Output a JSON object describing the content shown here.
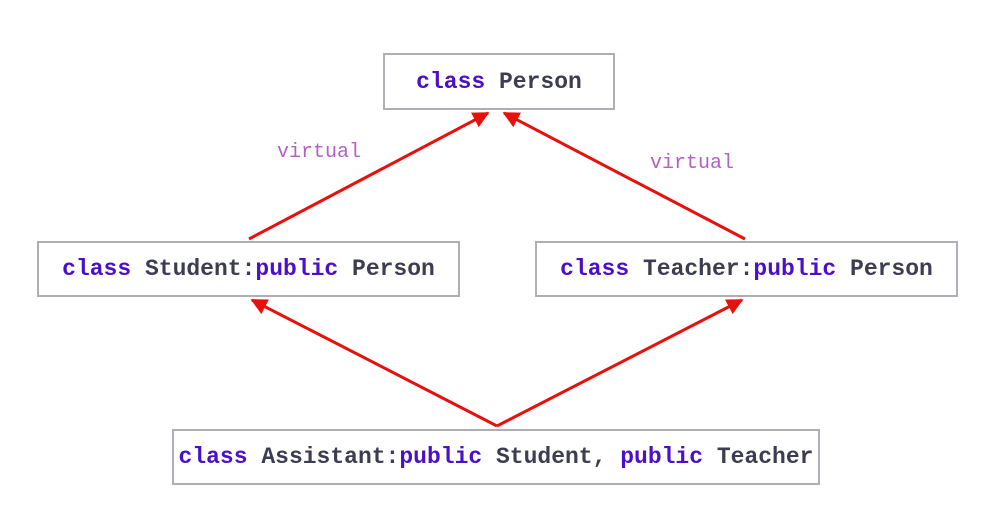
{
  "colors": {
    "background": "#ffffff",
    "box_bg": "#ffffff",
    "box_border": "#aeaeb6",
    "text": "#3d3d52",
    "keyword": "#4a0fc8",
    "virtual_label": "#b45fc8",
    "arrow": "#e8100c"
  },
  "nodes": {
    "person": {
      "segments": [
        {
          "text": "class",
          "keyword": true
        },
        {
          "text": " Person",
          "keyword": false
        }
      ]
    },
    "student": {
      "segments": [
        {
          "text": "class",
          "keyword": true
        },
        {
          "text": " Student:",
          "keyword": false
        },
        {
          "text": "public",
          "keyword": true
        },
        {
          "text": " Person",
          "keyword": false
        }
      ]
    },
    "teacher": {
      "segments": [
        {
          "text": "class",
          "keyword": true
        },
        {
          "text": " Teacher:",
          "keyword": false
        },
        {
          "text": "public",
          "keyword": true
        },
        {
          "text": " Person",
          "keyword": false
        }
      ]
    },
    "assistant": {
      "segments": [
        {
          "text": "class",
          "keyword": true
        },
        {
          "text": " Assistant:",
          "keyword": false
        },
        {
          "text": "public",
          "keyword": true
        },
        {
          "text": " Student, ",
          "keyword": false
        },
        {
          "text": "public",
          "keyword": true
        },
        {
          "text": " Teacher",
          "keyword": false
        }
      ]
    }
  },
  "labels": {
    "virtual_left": "virtual",
    "virtual_right": "virtual"
  },
  "arrows": [
    {
      "from": "student",
      "to": "person",
      "label": "virtual"
    },
    {
      "from": "teacher",
      "to": "person",
      "label": "virtual"
    },
    {
      "from": "assistant",
      "to": "student",
      "label": ""
    },
    {
      "from": "assistant",
      "to": "teacher",
      "label": ""
    }
  ]
}
